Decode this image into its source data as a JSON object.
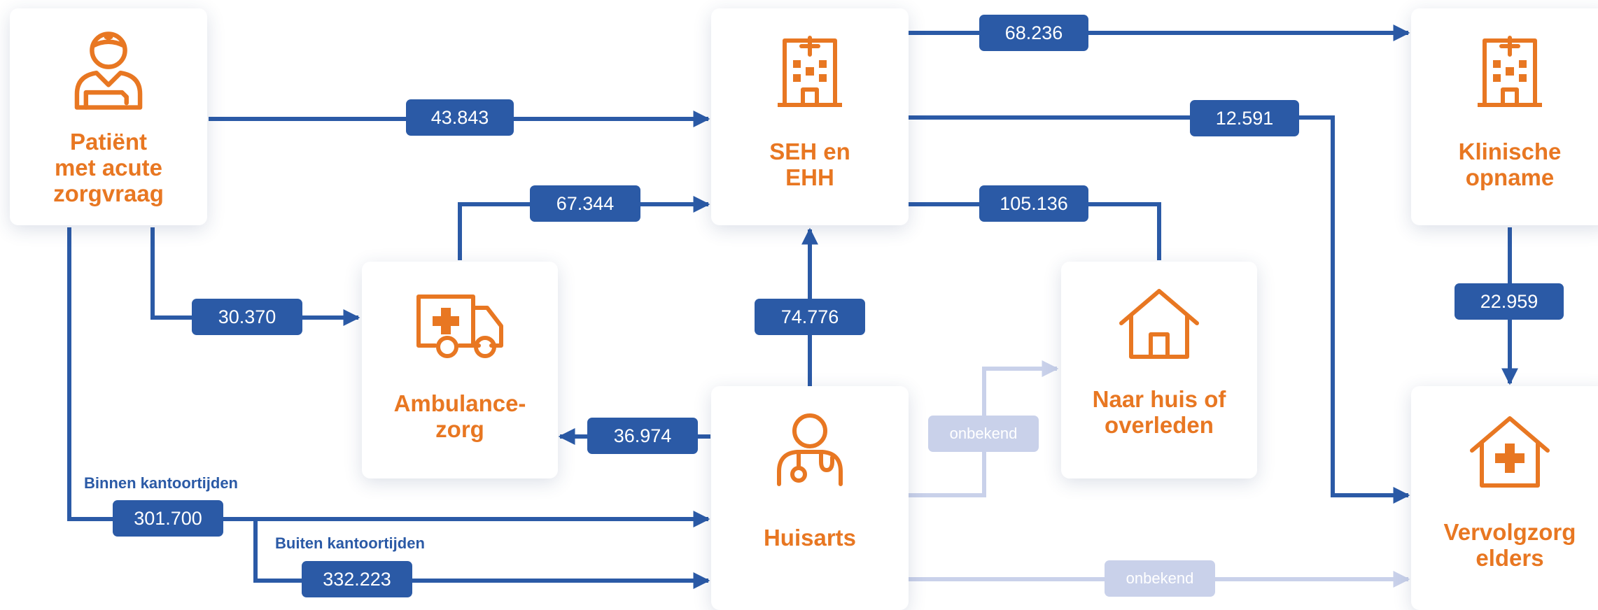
{
  "colors": {
    "flow": "#2B5AA6",
    "flow_unknown": "#C9D1EA",
    "node_text": "#E87722",
    "pill_text": "#FFFFFF"
  },
  "nodes": {
    "patient": {
      "label": "Patiënt\nmet acute\nzorgvraag",
      "icon": "injured-patient-icon"
    },
    "seh": {
      "label": "SEH en\nEHH",
      "icon": "hospital-icon"
    },
    "clinical": {
      "label": "Klinische\nopname",
      "icon": "hospital-icon"
    },
    "ambulance": {
      "label": "Ambulance-\nzorg",
      "icon": "ambulance-icon"
    },
    "home": {
      "label": "Naar huis of\noverleden",
      "icon": "house-icon"
    },
    "gp": {
      "label": "Huisarts",
      "icon": "doctor-icon"
    },
    "followup": {
      "label": "Vervolgzorg\nelders",
      "icon": "care-home-icon"
    }
  },
  "flows": {
    "patient_to_seh": "43.843",
    "patient_to_ambulance": "30.370",
    "patient_to_gp_office_hours": "301.700",
    "patient_to_gp_after_hours": "332.223",
    "ambulance_to_seh": "67.344",
    "gp_to_seh": "74.776",
    "gp_to_ambulance": "36.974",
    "seh_to_clinical": "68.236",
    "seh_to_followup": "12.591",
    "seh_to_home": "105.136",
    "clinical_to_followup": "22.959",
    "gp_to_home": "onbekend",
    "gp_to_followup": "onbekend"
  },
  "notes": {
    "office_hours": "Binnen kantoortijden",
    "after_hours": "Buiten kantoortijden"
  }
}
